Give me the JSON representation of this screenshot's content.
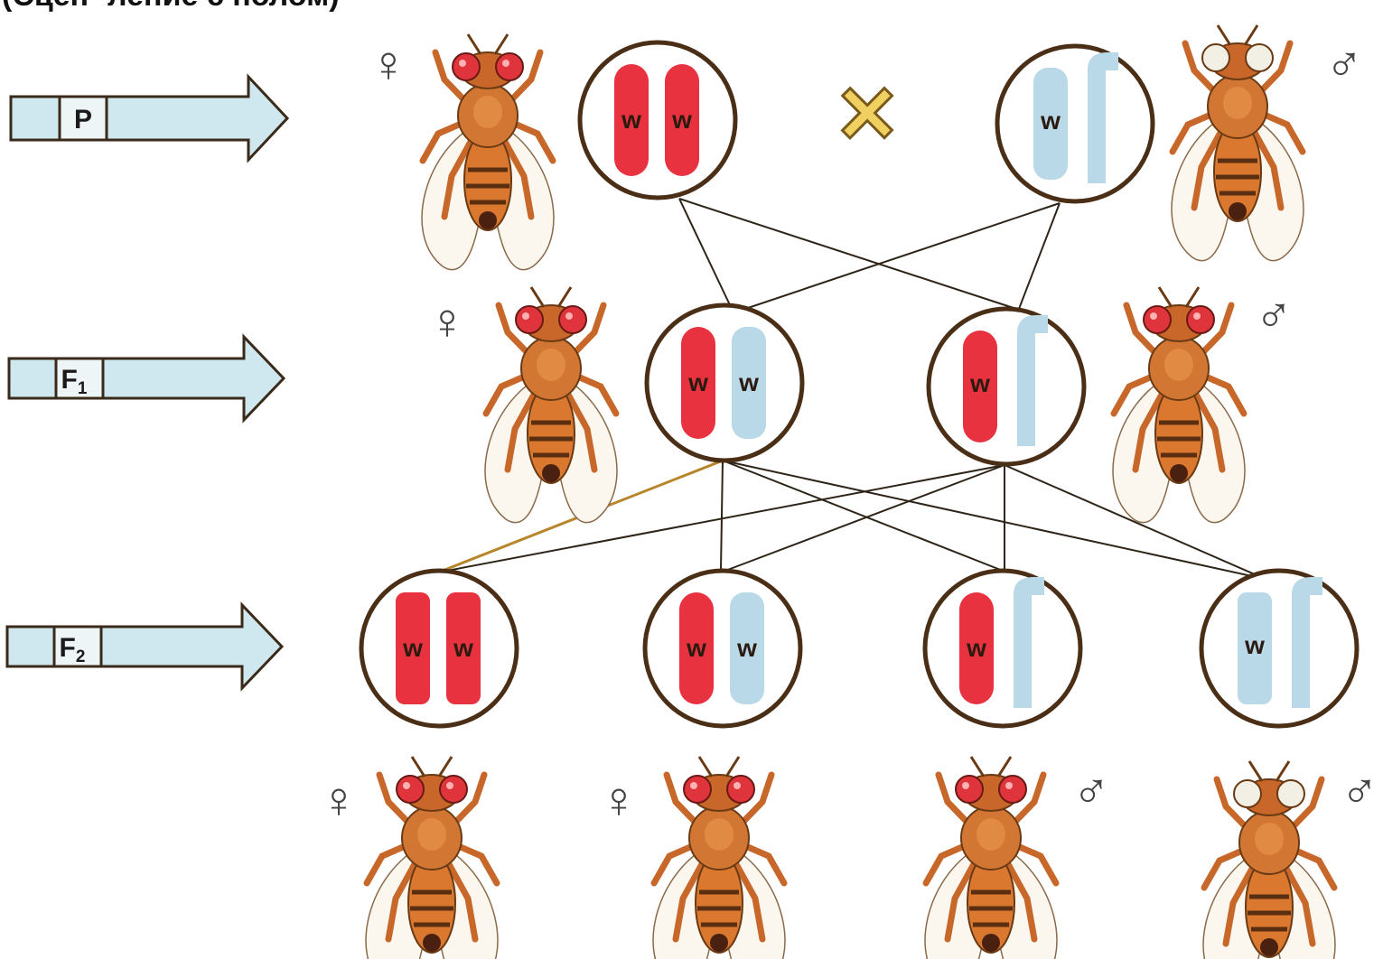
{
  "header": {
    "title": "(Сцеп- ление с полом)"
  },
  "generations": [
    {
      "label": "P",
      "sub": ""
    },
    {
      "label": "F",
      "sub": "1"
    },
    {
      "label": "F",
      "sub": "2"
    }
  ],
  "symbols": {
    "female": "♀",
    "male": "♂",
    "cross": "×"
  },
  "allele": "w",
  "colors": {
    "dominant_chromosome": "#e8323f",
    "recessive_chromosome": "#b9d9e8",
    "arrow_fill": "#cfe8f0",
    "outline": "#4a2e16",
    "cross": "#f0d060",
    "fly_body": "#d9782e",
    "eye_red": "#e0343c",
    "eye_white": "#f2efe4"
  },
  "p_generation": [
    {
      "sex": "female",
      "eye": "red",
      "genotype": "XwXw",
      "label_a": "w",
      "label_b": "w"
    },
    {
      "sex": "male",
      "eye": "white",
      "genotype": "XwY",
      "label_a": "w",
      "label_b": ""
    }
  ],
  "f1_generation": [
    {
      "sex": "female",
      "eye": "red",
      "genotype": "XwXw",
      "label_a": "w",
      "label_b": "w"
    },
    {
      "sex": "male",
      "eye": "red",
      "genotype": "XwY",
      "label_a": "w",
      "label_b": ""
    }
  ],
  "f2_generation": [
    {
      "sex": "female",
      "eye": "red",
      "genotype": "XwXw",
      "label_a": "w",
      "label_b": "w"
    },
    {
      "sex": "female",
      "eye": "red",
      "genotype": "XwXw",
      "label_a": "w",
      "label_b": "w"
    },
    {
      "sex": "male",
      "eye": "red",
      "genotype": "XwY",
      "label_a": "w",
      "label_b": ""
    },
    {
      "sex": "male",
      "eye": "white",
      "genotype": "XwY",
      "label_a": "w",
      "label_b": ""
    }
  ]
}
